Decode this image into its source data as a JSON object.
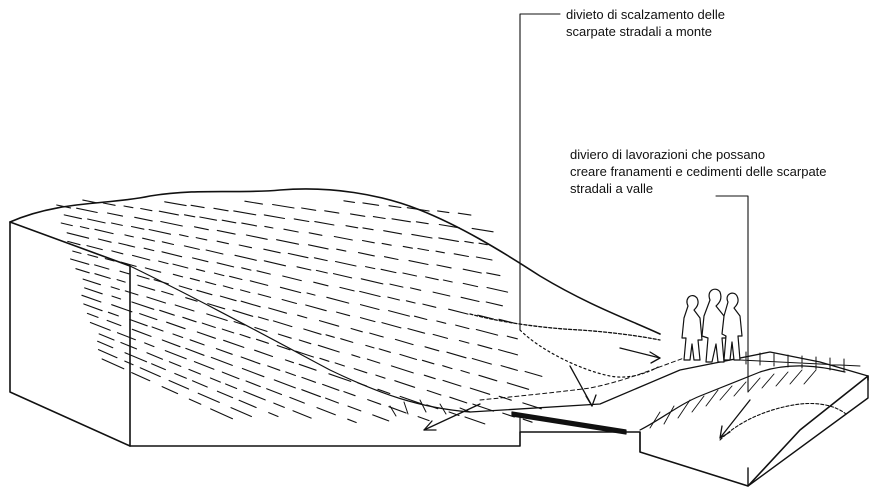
{
  "annotations": {
    "upslope": {
      "lines": [
        "divieto di scalzamento delle",
        "scarpate stradali a monte"
      ]
    },
    "downslope": {
      "lines": [
        "diviero di lavorazioni che possano",
        "creare franamenti e cedimenti delle scarpate",
        "stradali a valle"
      ]
    }
  },
  "colors": {
    "ink": "#111111",
    "paper": "#ffffff"
  },
  "figures": {
    "count": 3
  }
}
